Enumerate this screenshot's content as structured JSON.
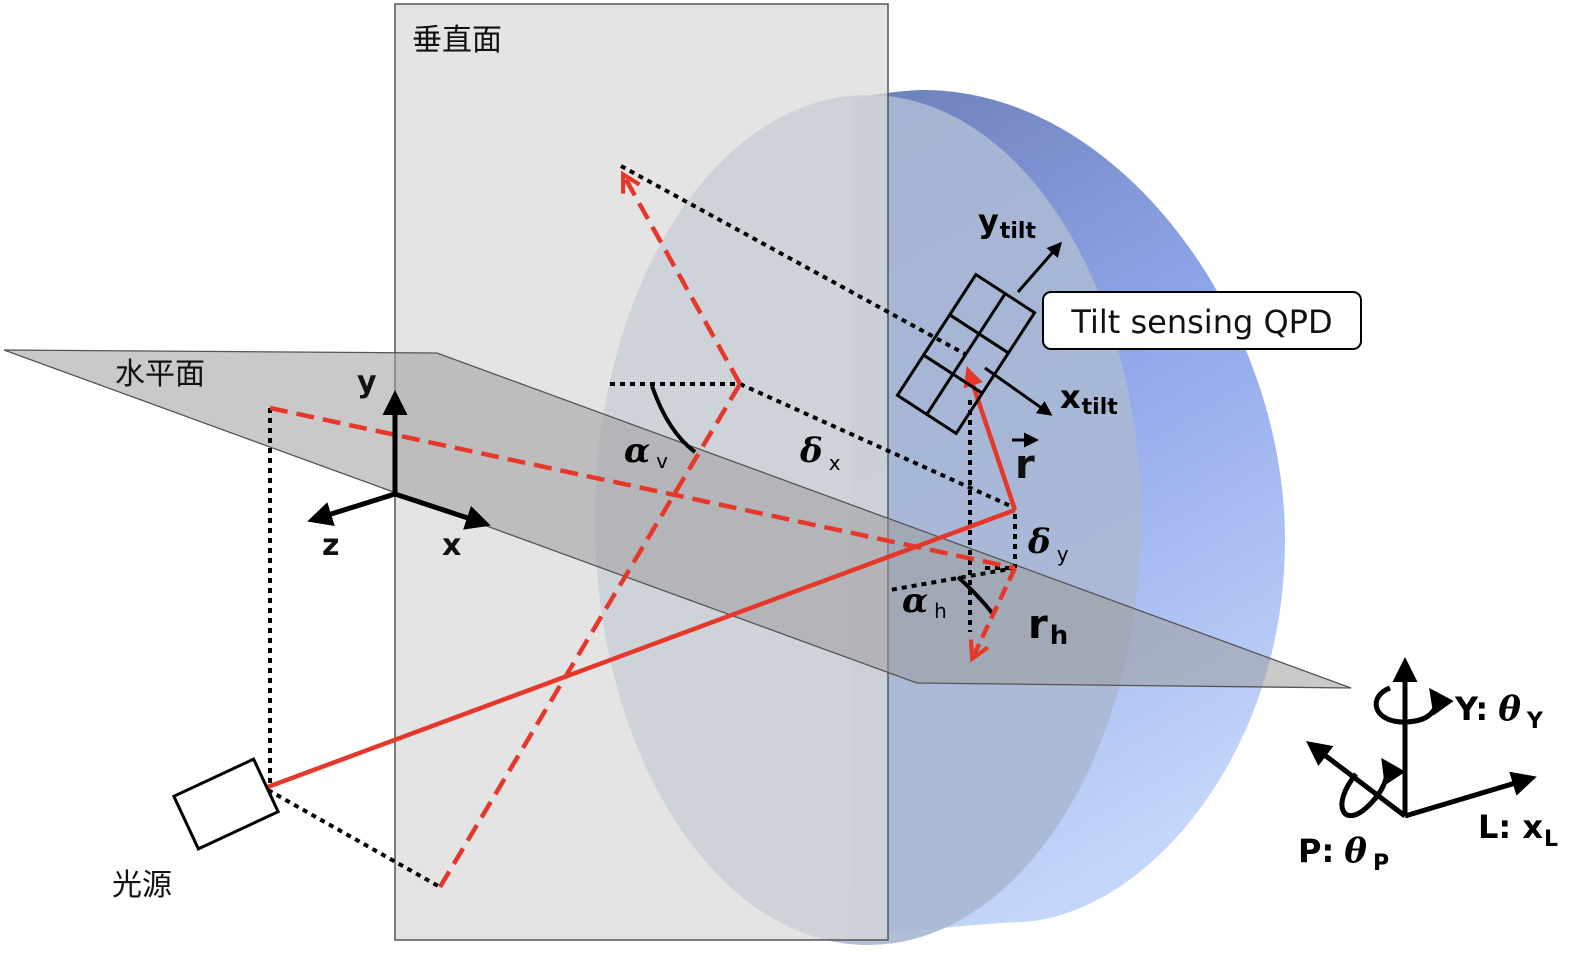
{
  "labels": {
    "vertical_plane": "垂直面",
    "horizontal_plane": "水平面",
    "light_source": "光源",
    "qpd_box": "Tilt sensing QPD",
    "axis_y": "y",
    "axis_z": "z",
    "axis_x": "x",
    "y_tilt_main": "y",
    "y_tilt_sub": "tilt",
    "x_tilt_main": "x",
    "x_tilt_sub": "tilt",
    "alpha_v_main": "α",
    "alpha_v_sub": "v",
    "alpha_h_main": "α",
    "alpha_h_sub": "h",
    "delta_x_main": "δ",
    "delta_x_sub": "x",
    "delta_y_main": "δ",
    "delta_y_sub": "y",
    "r_vec": "r",
    "r_h_main": "r",
    "r_h_sub": "h",
    "dof_Y_prefix": "Y:",
    "dof_Y_theta": "θ",
    "dof_Y_sub": "Y",
    "dof_P_prefix": "P:",
    "dof_P_theta": "θ",
    "dof_P_sub": "P",
    "dof_L_prefix": "L: x",
    "dof_L_sub": "L"
  },
  "colors": {
    "beam": "#e6372b",
    "vertical_plane_fill": "#e0e0e0",
    "horizontal_plane_fill": "#b7b7b7",
    "mirror_face": "#a9b8d4",
    "mirror_side": "#7e95d6"
  }
}
